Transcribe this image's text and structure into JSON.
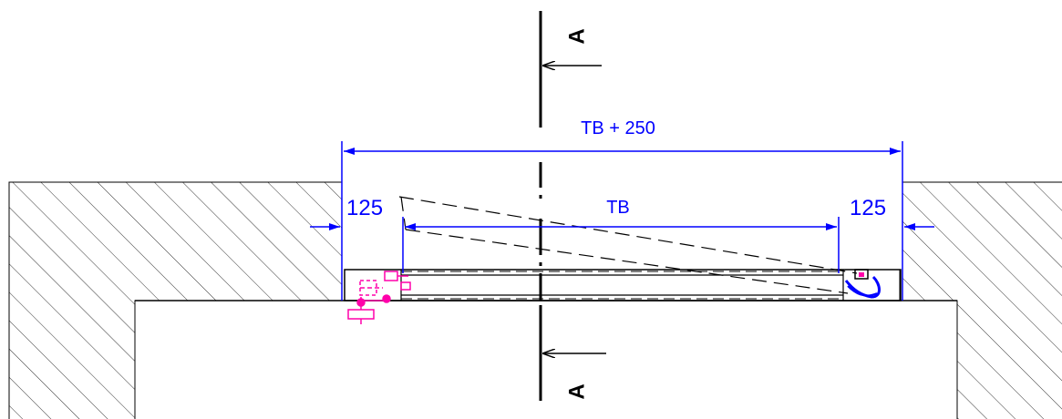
{
  "dimensions": {
    "overall": "TB + 250",
    "clear_width": "TB",
    "left_offset": "125",
    "right_offset": "125"
  },
  "section": {
    "top_label": "A",
    "bottom_label": "A"
  },
  "colors": {
    "outline": "#000000",
    "dimension": "#0000ff",
    "hardware": "#ff00aa",
    "background": "#ffffff"
  },
  "icons": {
    "hatching": "wall-hatch-pattern",
    "section_arrow": "section-arrow-icon",
    "hinge": "hinge-icon",
    "lock": "lock-hardware-icon"
  }
}
